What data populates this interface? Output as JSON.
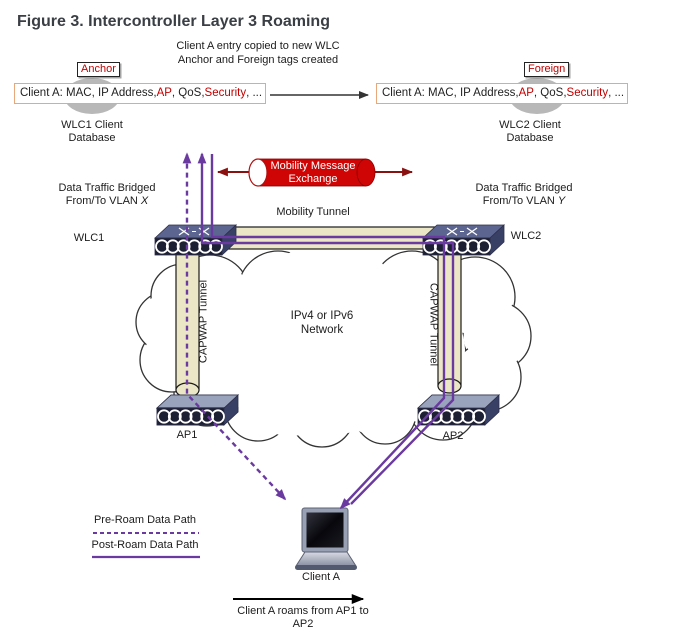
{
  "title": "Figure 3. Intercontroller Layer 3 Roaming",
  "caption": "Client A entry copied to new WLC\nAnchor and Foreign tags created",
  "tags": {
    "left": "Anchor",
    "right": "Foreign"
  },
  "client_entry_parts": [
    {
      "text": "Client A: MAC, IP Address, "
    },
    {
      "text": "AP",
      "color": "#c00000"
    },
    {
      "text": ", QoS, "
    },
    {
      "text": "Security",
      "color": "#c00000"
    },
    {
      "text": ", ..."
    }
  ],
  "databases": {
    "left": "WLC1 Client\nDatabase",
    "right": "WLC2 Client\nDatabase"
  },
  "traffic": {
    "left_line1": "Data Traffic Bridged",
    "left_line2": [
      {
        "text": "From/To VLAN "
      },
      {
        "text": "X",
        "italic": true
      }
    ],
    "right_line1": "Data Traffic Bridged",
    "right_line2": [
      {
        "text": "From/To VLAN "
      },
      {
        "text": "Y",
        "italic": true
      }
    ]
  },
  "mobility": {
    "message": "Mobility Message\nExchange",
    "tunnel": "Mobility Tunnel"
  },
  "network": "IPv4 or IPv6\nNetwork",
  "capwap": {
    "left": "CAPWAP Tunnel",
    "right": "CAPWAP Tunnel"
  },
  "nodes": {
    "wlc1": "WLC1",
    "wlc2": "WLC2",
    "ap1": "AP1",
    "ap2": "AP2",
    "client": "Client A"
  },
  "legend": {
    "pre": "Pre-Roam Data Path",
    "post": "Post-Roam Data Path"
  },
  "roam_note": "Client A roams from AP1 to\nAP2",
  "colors": {
    "purple_path": "#6b3aa0",
    "cylinder_red": "#cf0505",
    "arrow_dark_red": "#8b1010",
    "entry_red_text": "#c00000",
    "tunnel_fill": "#ebe7c6",
    "entry_box_border": "#e9a87c",
    "title_text": "#3a3f45"
  }
}
